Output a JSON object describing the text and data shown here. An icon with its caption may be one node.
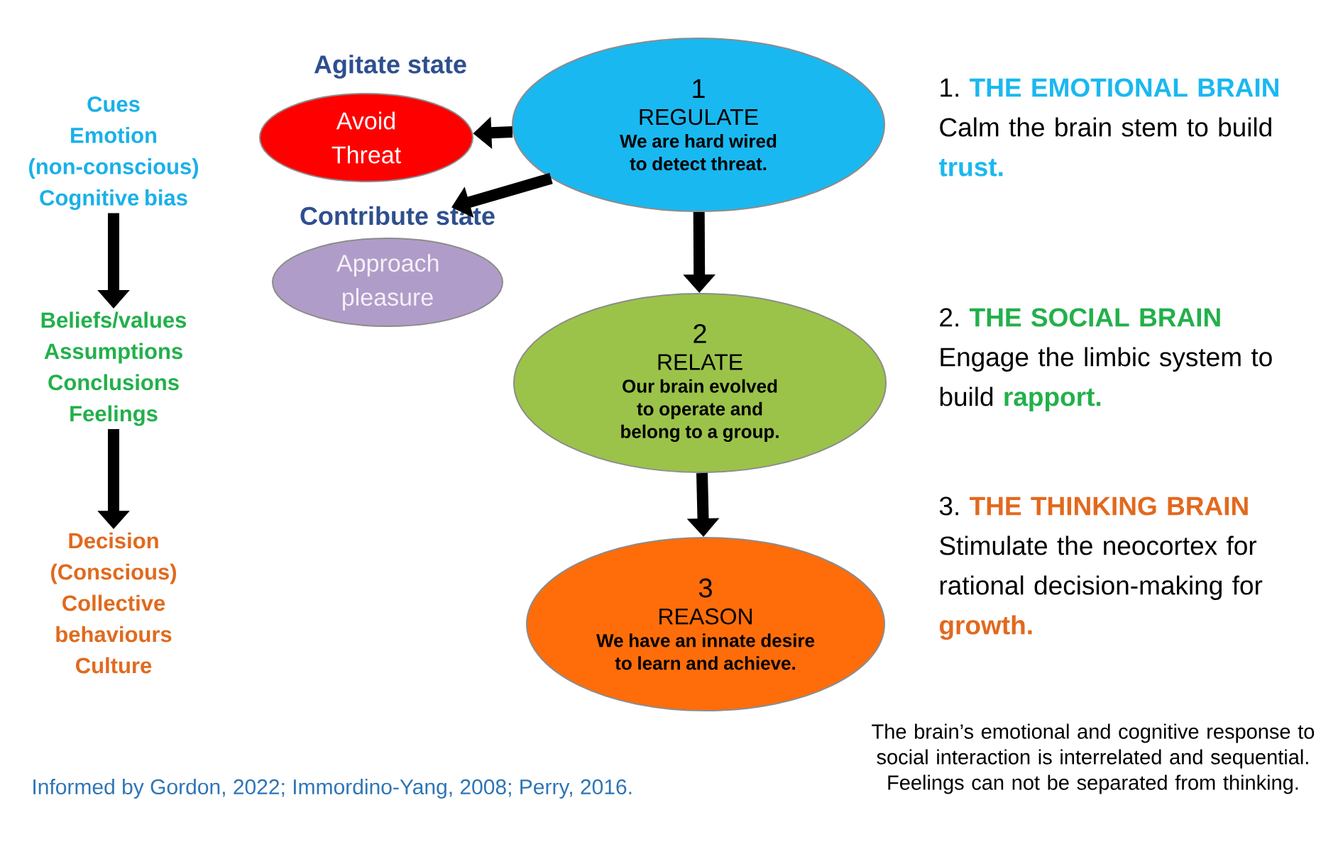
{
  "diagram": {
    "nodes": [
      {
        "text": [
          "1",
          "REGULATE",
          "We are hard wired to detect threat."
        ]
      },
      {
        "text": [
          "Avoid Threat"
        ],
        "beside": [
          "Agitate state"
        ]
      },
      {
        "text": [
          "Approach pleasure"
        ],
        "beside": [
          "Contribute state"
        ]
      },
      {
        "text": [
          "2",
          "RELATE",
          "Our brain evolved to operate and belong to a group."
        ]
      },
      {
        "text": [
          "3",
          "REASON",
          "We have an innate desire to learn and achieve."
        ]
      },
      {
        "text": [
          "Cues",
          "Emotion",
          "(non-conscious)",
          "Cognitive bias"
        ]
      },
      {
        "text": [
          "Beliefs/values",
          "Assumptions",
          "Conclusions",
          "Feelings"
        ]
      },
      {
        "text": [
          "Decision",
          "(Conscious)",
          "Collective behaviours",
          "Culture"
        ]
      }
    ],
    "edges": [
      {
        "from": 0,
        "to": 1,
        "arrow": "to"
      },
      {
        "from": 0,
        "to": 2,
        "arrow": "to"
      },
      {
        "from": 0,
        "to": 3,
        "arrow": "to"
      },
      {
        "from": 3,
        "to": 4,
        "arrow": "to"
      },
      {
        "from": 5,
        "to": 6,
        "arrow": "to"
      },
      {
        "from": 6,
        "to": 7,
        "arrow": "to"
      }
    ],
    "labels": [
      "1.",
      "THE EMOTIONAL BRAIN",
      "Calm the brain stem to build",
      "trust.",
      "2.",
      "THE SOCIAL BRAIN",
      "Engage the limbic system to build",
      "rapport.",
      "3.",
      "THE THINKING BRAIN",
      "Stimulate the neocortex for rational decision-making for",
      "growth.",
      "Informed by Gordon, 2022; Immordino-Yang, 2008; Perry, 2016.",
      "The brain’s emotional and cognitive response to social interaction is interrelated and sequential. Feelings can not be separated from thinking."
    ]
  }
}
